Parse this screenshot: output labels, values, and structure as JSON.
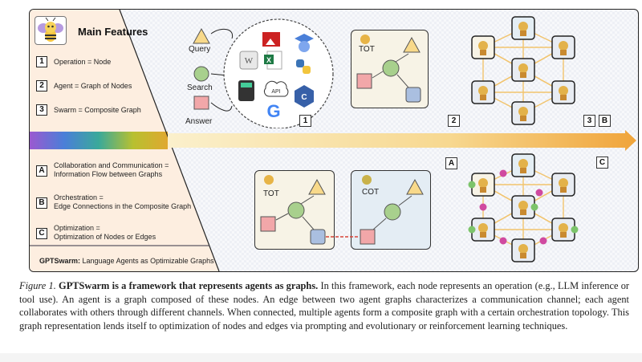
{
  "panel": {
    "title": "Main Features",
    "features": [
      {
        "badge": "1",
        "text": "Operation = Node"
      },
      {
        "badge": "2",
        "text": "Agent = Graph of Nodes"
      },
      {
        "badge": "3",
        "text": "Swarm = Composite Graph"
      }
    ],
    "concepts": [
      {
        "badge": "A",
        "line1": "Collaboration and Communication =",
        "line2": "Information Flow between Graphs"
      },
      {
        "badge": "B",
        "line1": "Orchestration =",
        "line2": "Edge Connections in the Composite Graph"
      },
      {
        "badge": "C",
        "line1": "Optimization =",
        "line2": "Optimization of Nodes or Edges"
      }
    ],
    "footer_bold": "GPTSwarm:",
    "footer_text": " Language Agents as Optimizable Graphs"
  },
  "operation": {
    "labels": [
      "Query",
      "Search",
      "Answer"
    ],
    "tools": [
      "image-icon",
      "graduation-cap-icon",
      "wikipedia-icon",
      "excel-icon",
      "python-icon",
      "calculator-icon",
      "api-cloud-icon",
      "google-icon",
      "cpp-icon"
    ],
    "tag": "1"
  },
  "agent": {
    "label": "TOT",
    "tag": "2"
  },
  "swarm": {
    "tags": [
      "3",
      "B"
    ],
    "tag_c": "C"
  },
  "collab": {
    "left_label": "TOT",
    "right_label": "COT",
    "tag": "A"
  },
  "colors": {
    "triangle": "#f8d98a",
    "circle": "#a8d08d",
    "square_red": "#f2a7a9",
    "square_blue": "#aabfe0",
    "edge": "#f2c46d",
    "channel_pink": "#d04aa0",
    "channel_green": "#7cc46a",
    "arrow": "#f0a43a"
  },
  "caption": {
    "fig": "Figure 1.",
    "bold": " GPTSwarm is a framework that represents agents as graphs.",
    "text": " In this framework, each node represents an operation (e.g., LLM inference or tool use). An agent is a graph composed of these nodes. An edge between two agent graphs characterizes a communication channel; each agent collaborates with others through different channels. When connected, multiple agents form a composite graph with a certain orchestration topology. This graph representation lends itself to optimization of nodes and edges via prompting and evolutionary or reinforcement learning techniques."
  }
}
